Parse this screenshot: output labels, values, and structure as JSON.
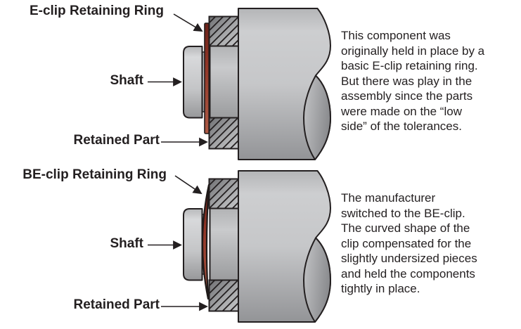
{
  "colors": {
    "outline": "#231f20",
    "clip_red": "#96382a",
    "metal_gray": "#c3c4c6",
    "hatch_gray": "#a7a8aa",
    "text": "#231f20",
    "background": "#ffffff"
  },
  "diagrams": [
    {
      "name": "e-clip-assembly",
      "labels": {
        "clip": "E-clip Retaining Ring",
        "shaft": "Shaft",
        "retained_part": "Retained Part"
      },
      "description": "This component was\noriginally held in place by a\nbasic E-clip retaining ring.\nBut there was play in the\nassembly since the parts\nwere made on the “low\nside” of the tolerances."
    },
    {
      "name": "be-clip-assembly",
      "labels": {
        "clip": "BE-clip Retaining Ring",
        "shaft": "Shaft",
        "retained_part": "Retained Part"
      },
      "description": "The manufacturer\nswitched to the BE-clip.\nThe curved shape of the\nclip compensated for the\nslightly undersized pieces\nand held the components\ntightly in place."
    }
  ]
}
